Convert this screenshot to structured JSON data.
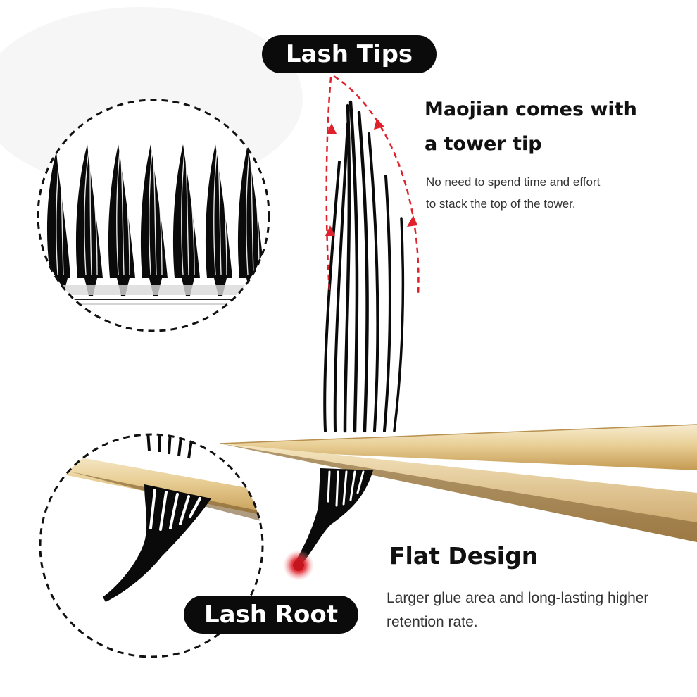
{
  "labels": {
    "lash_tips": "Lash Tips",
    "lash_root": "Lash Root"
  },
  "tower_tip": {
    "heading_line1": "Maojian comes with",
    "heading_line2": "a tower tip",
    "desc_line1": "No need to spend time and effort",
    "desc_line2": "to stack the top of the tower."
  },
  "flat_design": {
    "heading": "Flat Design",
    "desc_line1": "Larger glue area and long-lasting higher",
    "desc_line2": "retention rate."
  },
  "colors": {
    "pill_bg": "#0b0b0b",
    "pill_text": "#ffffff",
    "arrow_red": "#e0202a",
    "gold_light": "#f3e3bd",
    "gold_dark": "#c9a35e",
    "lash_black": "#0a0a0a"
  }
}
